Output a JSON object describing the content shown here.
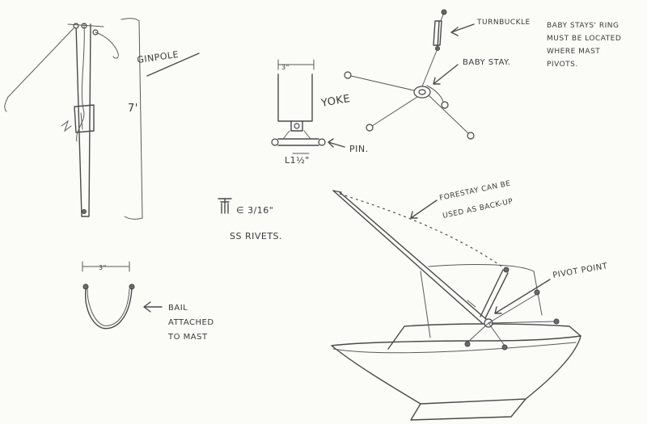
{
  "labels": {
    "ginpole": "GINPOLE",
    "height": "7'",
    "width_top": "3\"",
    "yoke": "YOKE",
    "pin": "PIN.",
    "angle_size": "L1½\"",
    "turnbuckle": "TURNBUCKLE",
    "baby_stay": "BABY STAY.",
    "note_line1": "BABY STAYS' RING",
    "note_line2": "MUST BE LOCATED",
    "note_line3": "WHERE MAST",
    "note_line4": "PIVOTS.",
    "rivet_size": "3/16\"",
    "rivets": "SS RIVETS.",
    "forestay_line1": "FORESTAY CAN BE",
    "forestay_line2": "USED AS BACK-UP",
    "pivot_point": "PIVOT POINT",
    "width_bail": "3\"",
    "bail_line1": "BAIL",
    "bail_line2": "ATTACHED",
    "bail_line3": "TO MAST"
  }
}
